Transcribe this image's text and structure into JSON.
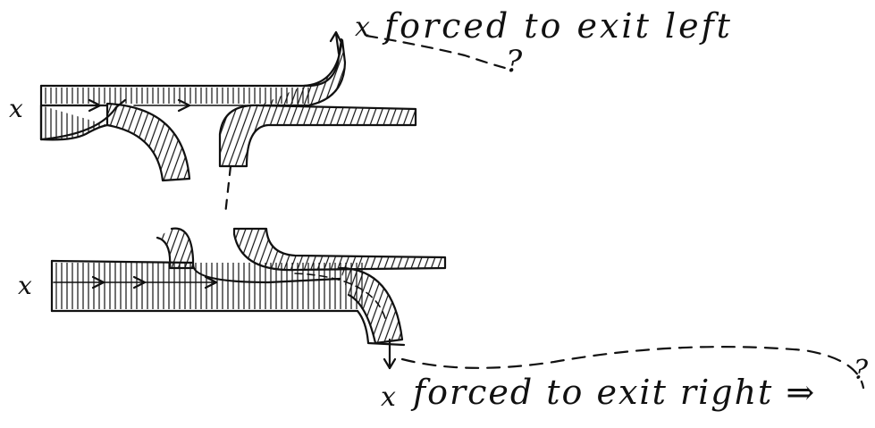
{
  "labels": {
    "top_x": "x",
    "top_caption": "forced  to exit  left",
    "top_question": "?",
    "left_x_upper": "x",
    "left_x_lower": "x",
    "bottom_x": "x",
    "bottom_caption": "forced  to exit right ⇒",
    "bottom_question": "?"
  },
  "colors": {
    "ink": "#111111",
    "paper": "#ffffff"
  }
}
